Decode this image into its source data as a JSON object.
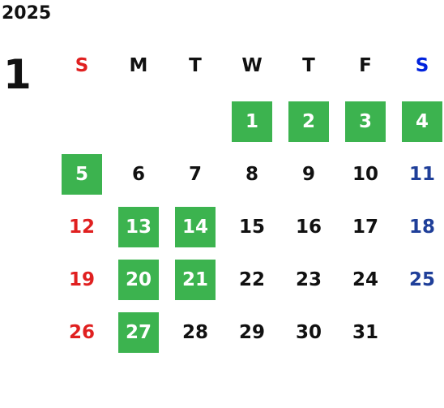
{
  "year": "2025",
  "month": "1",
  "colors": {
    "highlight": "#3cb34f",
    "sunday": "#e02020",
    "saturday": "#1f3f99",
    "saturday_header": "#0022dd",
    "default": "#111111",
    "highlight_text": "#ffffff"
  },
  "weekdays": [
    {
      "label": "S",
      "type": "sun"
    },
    {
      "label": "M",
      "type": "weekday"
    },
    {
      "label": "T",
      "type": "weekday"
    },
    {
      "label": "W",
      "type": "weekday"
    },
    {
      "label": "T",
      "type": "weekday"
    },
    {
      "label": "F",
      "type": "weekday"
    },
    {
      "label": "S",
      "type": "sat"
    }
  ],
  "first_weekday": 3,
  "days_in_month": 31,
  "highlighted_days": [
    1,
    2,
    3,
    4,
    5,
    13,
    14,
    20,
    21,
    27
  ]
}
